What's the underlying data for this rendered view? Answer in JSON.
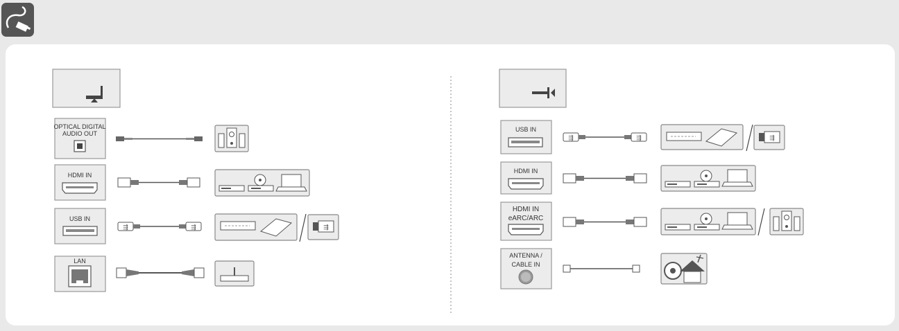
{
  "header": {
    "icon": "cable-plug-icon"
  },
  "left_panel": {
    "ports": [
      {
        "id": "optical",
        "label_lines": [
          "OPTICAL DIGITAL",
          "AUDIO OUT"
        ],
        "port_icon": "optical-port-icon",
        "cable": "optical-cable",
        "devices": [
          "speaker-system-icon"
        ]
      },
      {
        "id": "hdmi",
        "label_lines": [
          "HDMI IN"
        ],
        "port_icon": "hdmi-port-icon",
        "cable": "hdmi-cable",
        "devices": [
          "set-top-box-icon",
          "dvd-player-icon",
          "laptop-icon"
        ]
      },
      {
        "id": "usb",
        "label_lines": [
          "USB IN"
        ],
        "port_icon": "usb-port-icon",
        "cable": "usb-cable",
        "devices": [
          "media-player-icon",
          "external-hdd-icon",
          "usb-flash-drive-icon"
        ]
      },
      {
        "id": "lan",
        "label_lines": [
          "LAN"
        ],
        "port_icon": "lan-port-icon",
        "cable": "ethernet-cable",
        "devices": [
          "router-icon"
        ]
      }
    ]
  },
  "right_panel": {
    "ports": [
      {
        "id": "usb",
        "label_lines": [
          "USB IN"
        ],
        "port_icon": "usb-port-icon",
        "cable": "usb-cable",
        "devices": [
          "media-player-icon",
          "external-hdd-icon",
          "usb-flash-drive-icon"
        ]
      },
      {
        "id": "hdmi",
        "label_lines": [
          "HDMI IN"
        ],
        "port_icon": "hdmi-port-icon",
        "cable": "hdmi-cable",
        "devices": [
          "set-top-box-icon",
          "dvd-player-icon",
          "laptop-icon"
        ]
      },
      {
        "id": "earc",
        "label_lines": [
          "HDMI IN",
          "eARC/ARC"
        ],
        "port_icon": "hdmi-port-icon",
        "cable": "hdmi-cable",
        "devices": [
          "set-top-box-icon",
          "dvd-player-icon",
          "laptop-icon",
          "speaker-system-icon"
        ]
      },
      {
        "id": "antenna",
        "label_lines": [
          "ANTENNA /",
          "CABLE IN"
        ],
        "port_icon": "coax-port-icon",
        "cable": "coax-cable",
        "devices": [
          "antenna-house-icon"
        ]
      }
    ]
  },
  "colors": {
    "background": "#e9e9e9",
    "panel": "#ffffff",
    "box_fill": "#ececec",
    "box_border": "#9a9a9a",
    "icon_dark": "#555555",
    "header_icon_bg": "#555555"
  }
}
